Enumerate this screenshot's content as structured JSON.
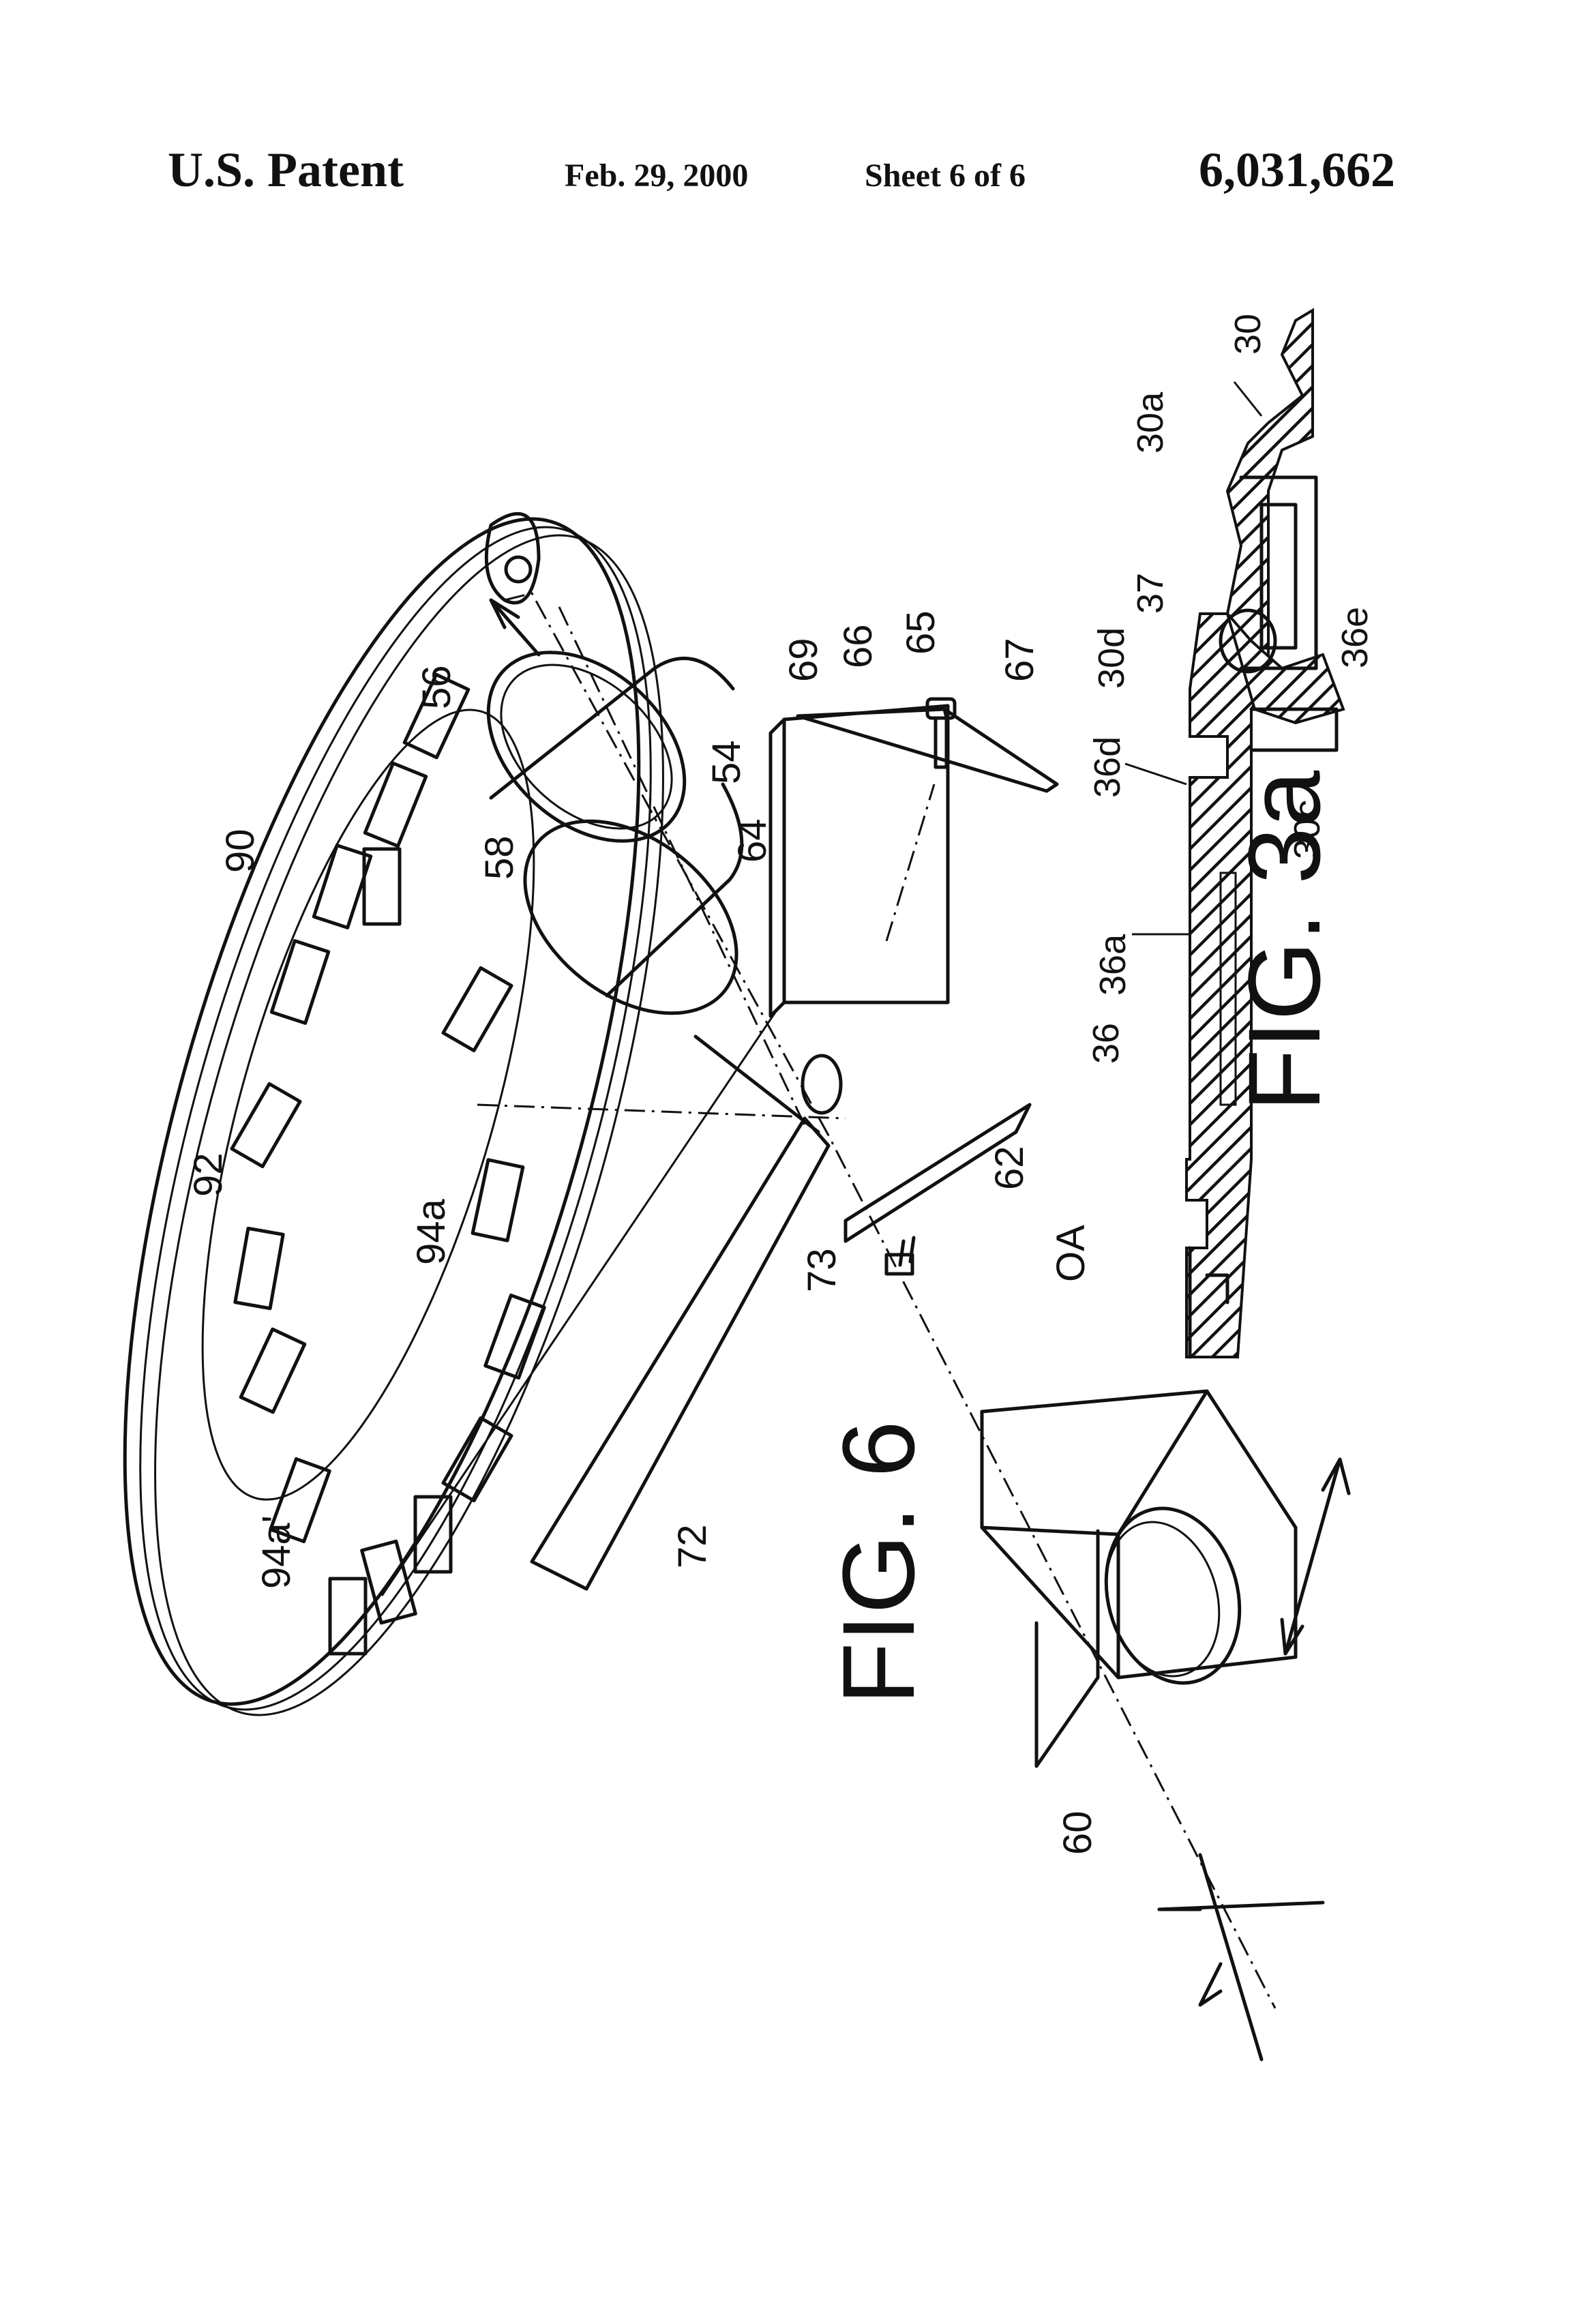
{
  "header": {
    "left": "U.S. Patent",
    "date": "Feb. 29, 2000",
    "sheet": "Sheet 6 of 6",
    "patent_number": "6,031,662"
  },
  "figures": {
    "fig6": {
      "caption": "FIG. 6",
      "labels": {
        "l90": "90",
        "l92": "92",
        "l94a": "94a",
        "l94a_prime": "94a'",
        "l56": "56",
        "l58": "58",
        "l54": "54",
        "l64": "64",
        "l69": "69",
        "l66": "66",
        "l65": "65",
        "l67": "67",
        "l62": "62",
        "l73": "73",
        "l72": "72",
        "lOA": "OA",
        "l60": "60"
      }
    },
    "fig3a": {
      "caption": "FIG. 3a",
      "labels": {
        "l30": "30",
        "l30a": "30a",
        "l37": "37",
        "l30d": "30d",
        "l36e": "36e",
        "l36d": "36d",
        "l30c": "30c",
        "l36a": "36a",
        "l36": "36"
      }
    }
  }
}
